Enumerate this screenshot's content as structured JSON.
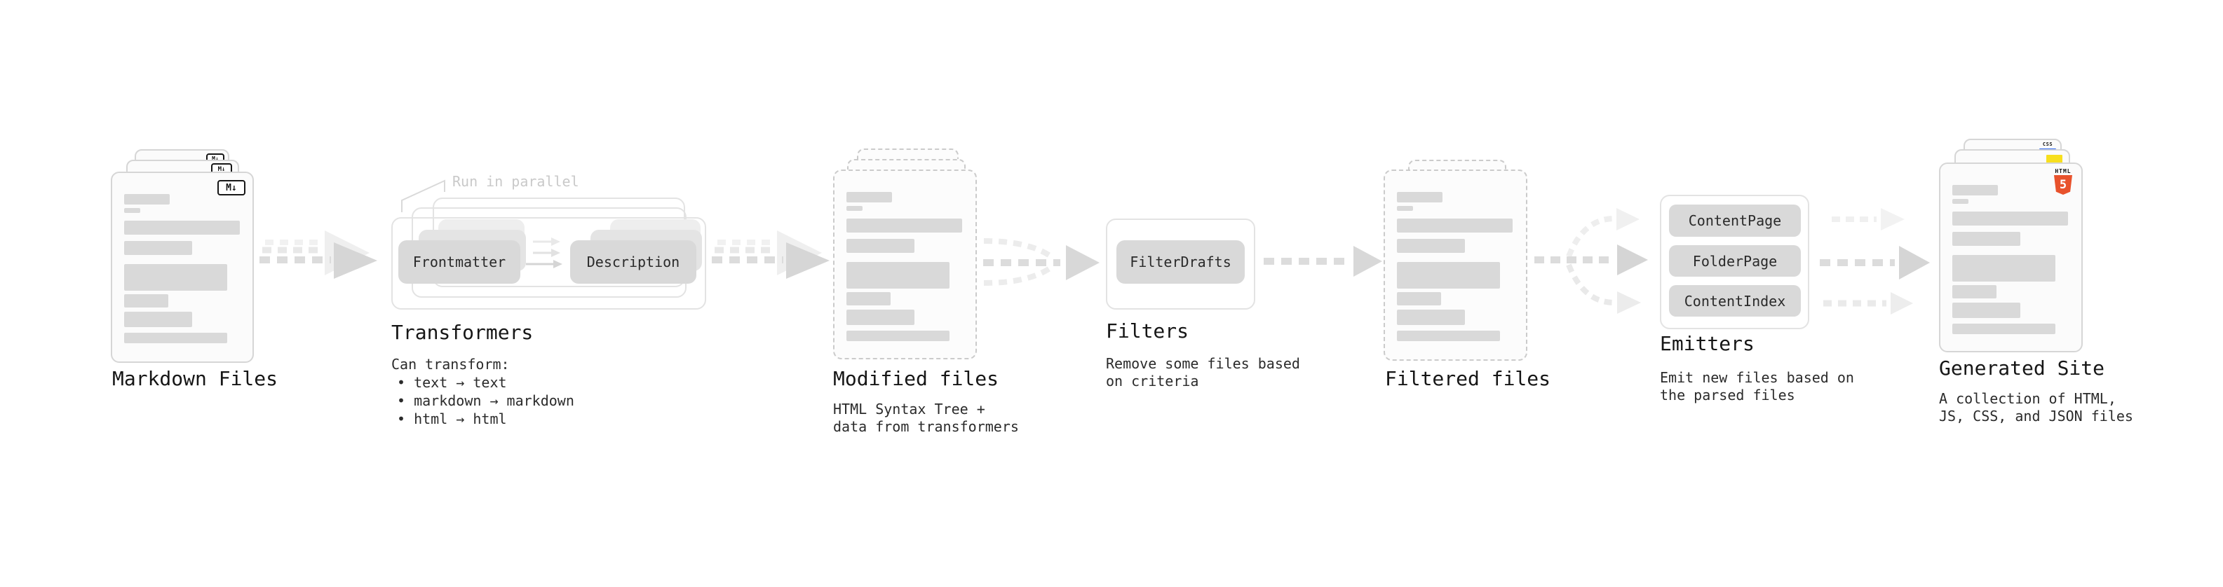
{
  "stages": {
    "markdown_files": {
      "title": "Markdown Files",
      "badge": "M↓"
    },
    "transformers": {
      "title": "Transformers",
      "annotation": "Run in parallel",
      "steps": [
        "Frontmatter",
        "Description"
      ],
      "description": [
        "Can transform:",
        "• text → text",
        "• markdown → markdown",
        "• html → html"
      ]
    },
    "modified_files": {
      "title": "Modified files",
      "description": [
        "HTML Syntax Tree +",
        "data from transformers"
      ]
    },
    "filters": {
      "title": "Filters",
      "steps": [
        "FilterDrafts"
      ],
      "description": [
        "Remove some files based",
        "on criteria"
      ]
    },
    "filtered_files": {
      "title": "Filtered files"
    },
    "emitters": {
      "title": "Emitters",
      "steps": [
        "ContentPage",
        "FolderPage",
        "ContentIndex"
      ],
      "description": [
        "Emit new files based on",
        "the parsed files"
      ]
    },
    "generated_site": {
      "title": "Generated Site",
      "description": [
        "A collection of HTML,",
        "JS, CSS, and JSON files"
      ],
      "badges": {
        "css": "CSS",
        "html_label": "HTML",
        "html_glyph": "5"
      }
    }
  },
  "colors": {
    "html5_orange": "#e8522c",
    "js_yellow": "#f7df1e",
    "css_blue": "#2965f1",
    "placeholder_bar": "#d9d9d9",
    "step_box": "#d9d9d9",
    "annotation_gray": "#c9c9c9"
  }
}
